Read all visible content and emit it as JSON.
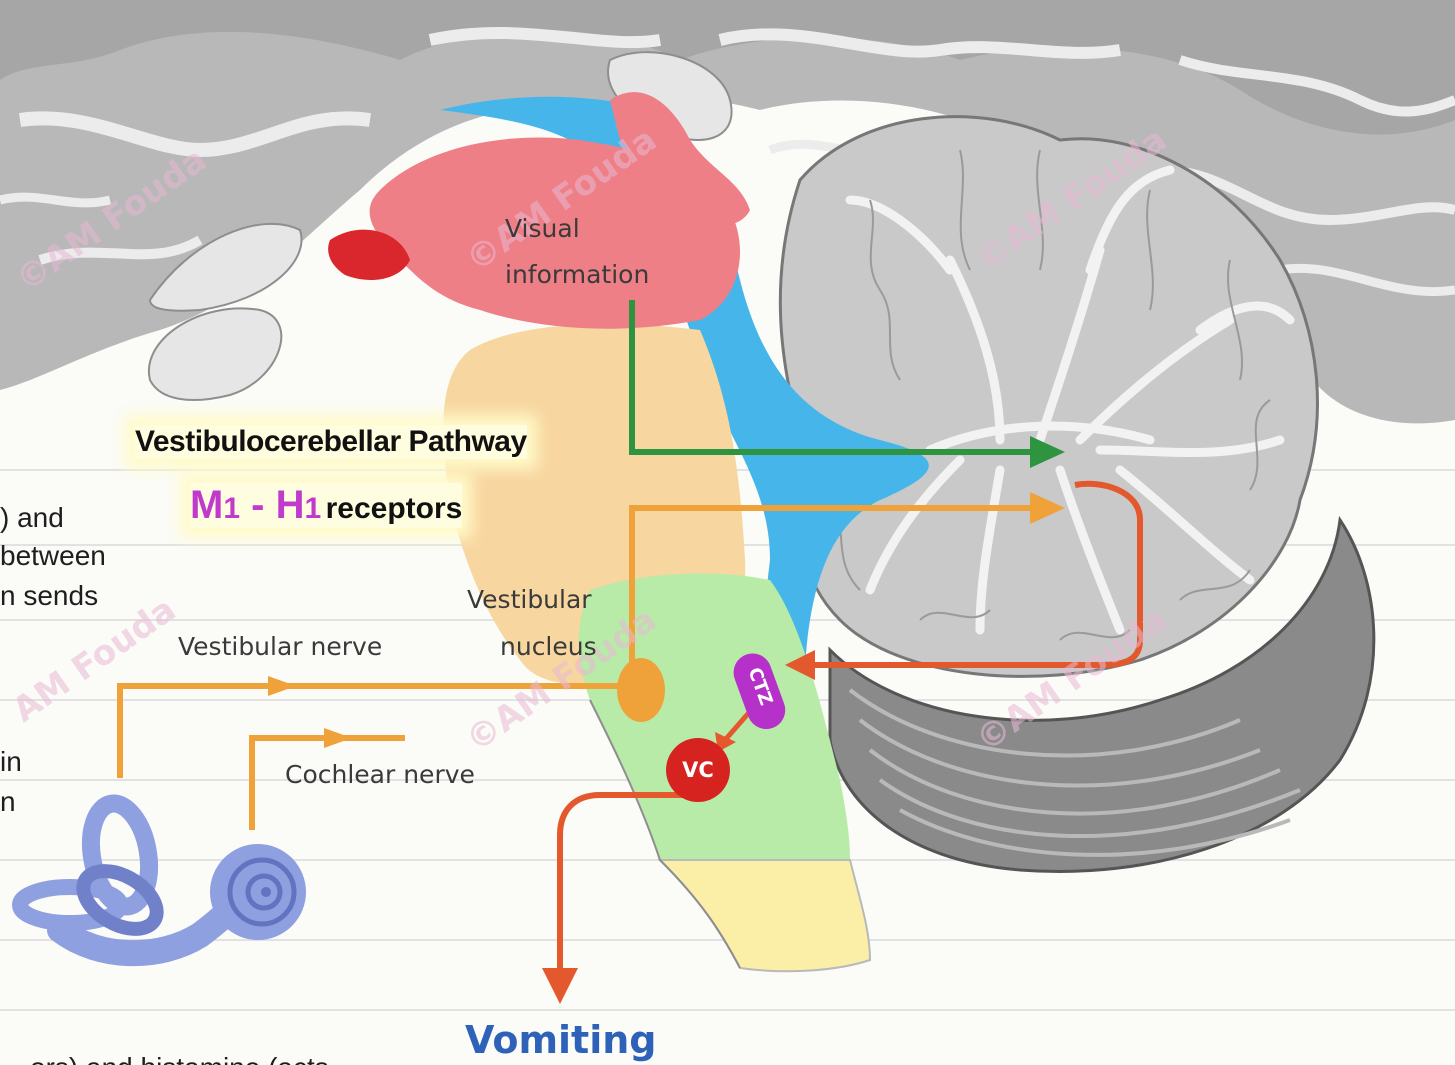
{
  "labels": {
    "visual": "Visual",
    "information": "information",
    "pathway_title": "Vestibulocerebellar Pathway",
    "m_letter": "M",
    "m_sub": "1",
    "dash": " - ",
    "h_letter": "H",
    "h_sub": "1",
    "receptors": "receptors",
    "vestibular": "Vestibular",
    "nucleus": "nucleus",
    "vestibular_nerve": "Vestibular nerve",
    "cochlear_nerve": "Cochlear nerve",
    "ctz": "CTZ",
    "vc": "VC",
    "vomiting": "Vomiting"
  },
  "side_text": [
    ") and",
    "between",
    "n sends",
    "in",
    "n",
    "ors) and histamine (acts"
  ],
  "watermarks": [
    "©AM Fouda",
    "©AM Fouda",
    "AM Fouda",
    "©AM Fouda",
    "©AM Fouda",
    "©AM Fouda"
  ],
  "colors": {
    "visual_arrow": "#2e9440",
    "vestibular_arrow": "#f0a23a",
    "vomiting_arrow": "#e4582d",
    "ctz": "#b531c9",
    "vc": "#d6231f",
    "receptor_highlight": "#c03acb",
    "vomiting_text": "#2d62b8",
    "midbrain": "#ee7f86",
    "pons": "#f8d6a0",
    "medulla": "#b9eba8",
    "ventricle": "#46b6ea",
    "inner_ear": "#8ea0e0"
  }
}
